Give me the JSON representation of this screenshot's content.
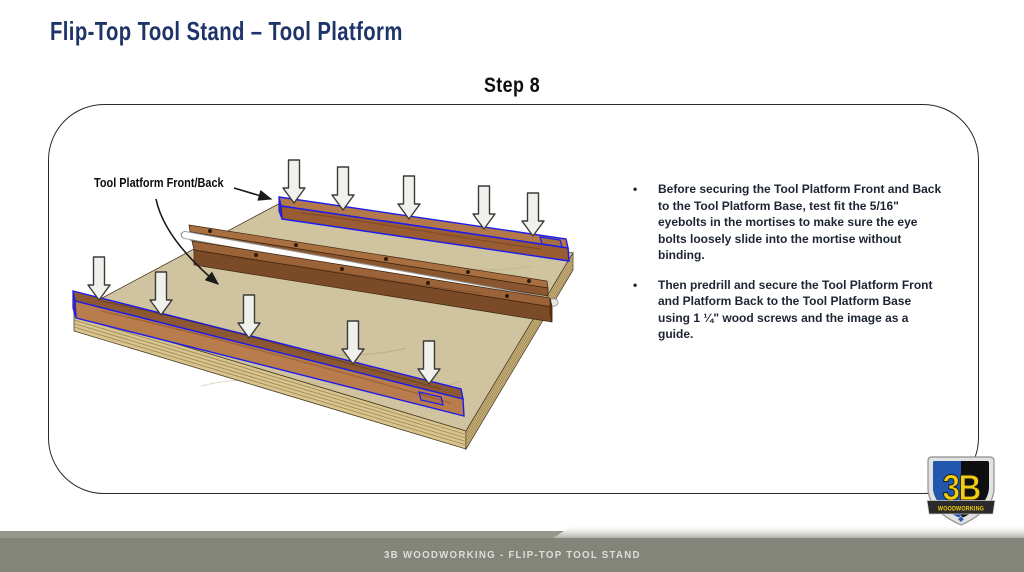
{
  "slide": {
    "title": "Flip-Top Tool Stand – Tool Platform",
    "step_heading": "Step 8",
    "footer_text": "3B WOODWORKING - FLIP-TOP TOOL STAND"
  },
  "panel": {
    "callout_label": "Tool Platform Front/Back",
    "bullets": [
      "Before securing the Tool Platform Front and Back to the Tool Platform Base, test fit the 5/16\" eyebolts in the mortises to make sure the eye bolts loosely slide into the mortise without binding.",
      "Then predrill and secure the Tool Platform Front and Platform Back to the Tool Platform Base using 1 ¼\" wood screws and the image as a guide."
    ]
  },
  "logo": {
    "monogram": "3B",
    "banner": "WOODWORKING"
  },
  "colors": {
    "title_navy": "#1e3468",
    "outline_blue": "#1b1bee",
    "wood_top": "#8c5833",
    "wood_front": "#b97c4c",
    "plywood": "#cfc3a0",
    "footer_olive": "#83847a",
    "logo_blue": "#2257ae",
    "logo_yellow": "#f3cd0f"
  }
}
